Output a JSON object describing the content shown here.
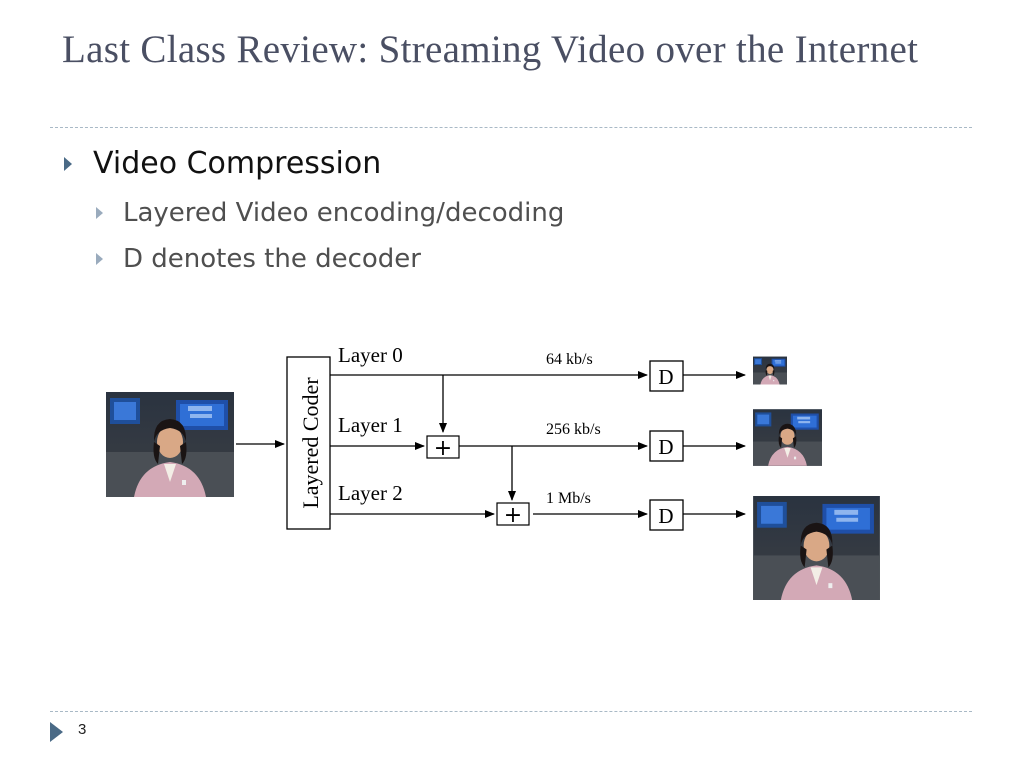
{
  "slide": {
    "title": "Last Class Review: Streaming Video over the Internet",
    "bullets": {
      "main": "Video Compression",
      "sub": [
        "Layered Video encoding/decoding",
        "D denotes the decoder"
      ]
    },
    "page_number": "3"
  },
  "diagram": {
    "coder_label": "Layered Coder",
    "layers": [
      "Layer 0",
      "Layer 1",
      "Layer 2"
    ],
    "rates": [
      "64 kb/s",
      "256 kb/s",
      "1 Mb/s"
    ],
    "decoder_label": "D",
    "adder_symbol": "+"
  }
}
